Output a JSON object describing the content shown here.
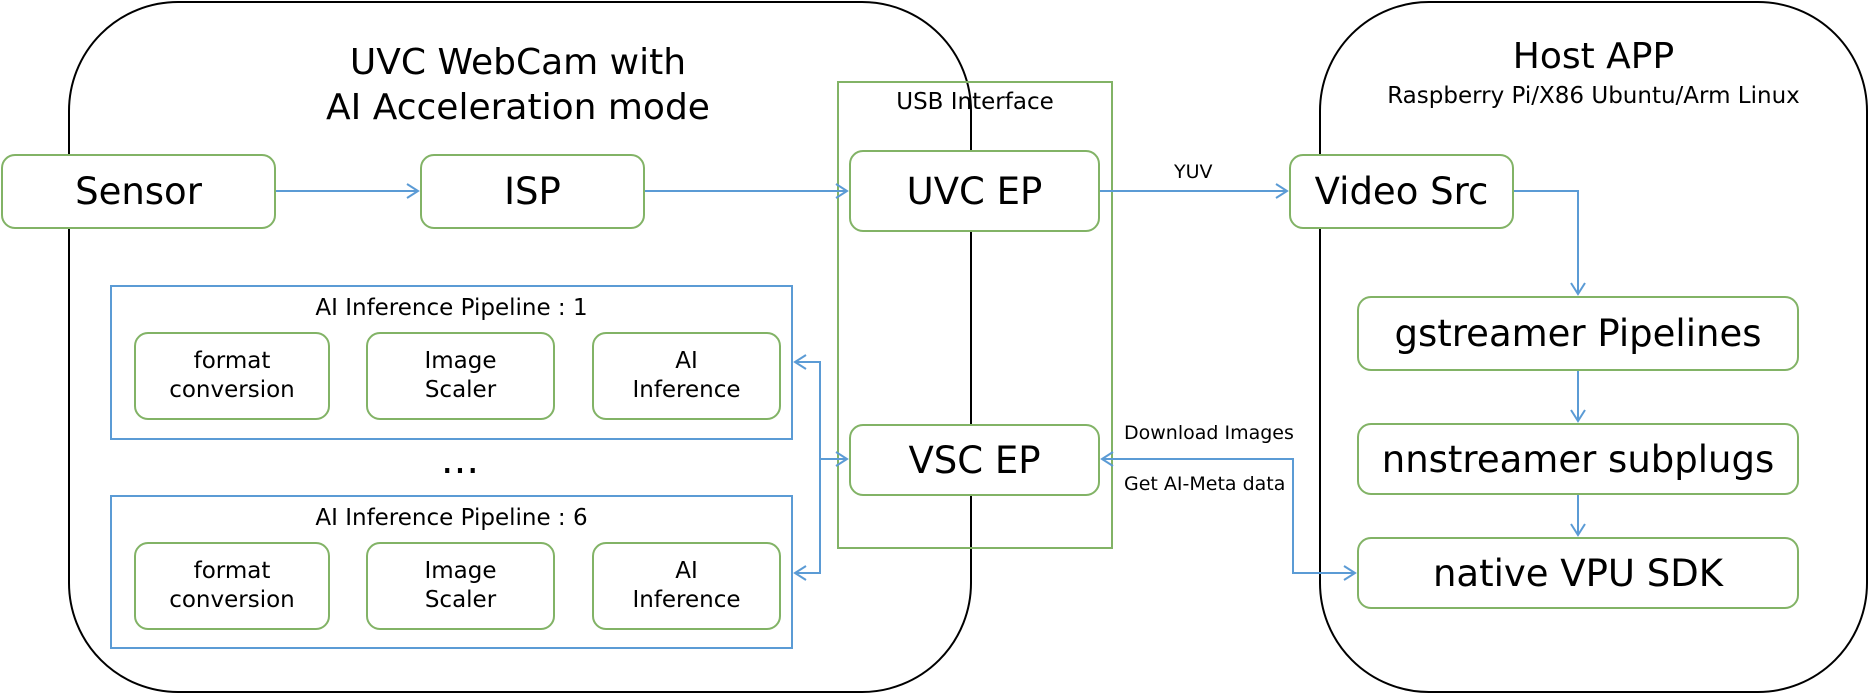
{
  "webcam": {
    "title_line1": "UVC WebCam with",
    "title_line2": "AI Acceleration mode",
    "sensor": "Sensor",
    "isp": "ISP",
    "pipeline1": {
      "title": "AI  Inference Pipeline : 1",
      "format_l1": "format",
      "format_l2": "conversion",
      "scaler_l1": "Image",
      "scaler_l2": "Scaler",
      "infer_l1": "AI",
      "infer_l2": "Inference"
    },
    "ellipsis": "...",
    "pipeline6": {
      "title": "AI  Inference Pipeline : 6",
      "format_l1": "format",
      "format_l2": "conversion",
      "scaler_l1": "Image",
      "scaler_l2": "Scaler",
      "infer_l1": "AI",
      "infer_l2": "Inference"
    }
  },
  "usb": {
    "title": "USB Interface",
    "uvc_ep": "UVC EP",
    "vsc_ep": "VSC EP"
  },
  "links": {
    "yuv": "YUV",
    "download_images": "Download Images",
    "get_meta": "Get AI-Meta data"
  },
  "host": {
    "title": "Host APP",
    "subtitle": "Raspberry Pi/X86 Ubuntu/Arm Linux",
    "video_src": "Video Src",
    "gstreamer": "gstreamer Pipelines",
    "nnstreamer": "nnstreamer subplugs",
    "vpu_sdk": "native VPU SDK"
  },
  "colors": {
    "green": "#82b366",
    "blue": "#5b9bd5",
    "black": "#000000"
  }
}
